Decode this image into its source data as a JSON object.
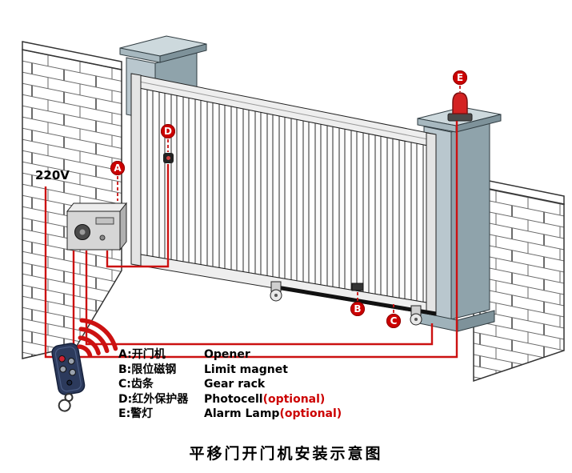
{
  "title": "平移门开门机安装示意图",
  "voltage_label": "220V",
  "markers": {
    "a": "A",
    "b": "B",
    "c": "C",
    "d": "D",
    "e": "E"
  },
  "legend": {
    "items": [
      {
        "cn": "A:开门机",
        "en": "Opener",
        "optional": ""
      },
      {
        "cn": "B:限位磁钢",
        "en": "Limit magnet",
        "optional": ""
      },
      {
        "cn": "C:齿条",
        "en": "Gear rack",
        "optional": ""
      },
      {
        "cn": "D:红外保护器",
        "en": "Photocell",
        "optional": "(optional)"
      },
      {
        "cn": "E:警灯",
        "en": "Alarm Lamp",
        "optional": "(optional)"
      }
    ]
  },
  "colors": {
    "accent_red": "#cc1111",
    "marker_red": "#cc0000",
    "pillar_gray": "#b9c7ce",
    "pillar_dark": "#8fa3ab"
  }
}
